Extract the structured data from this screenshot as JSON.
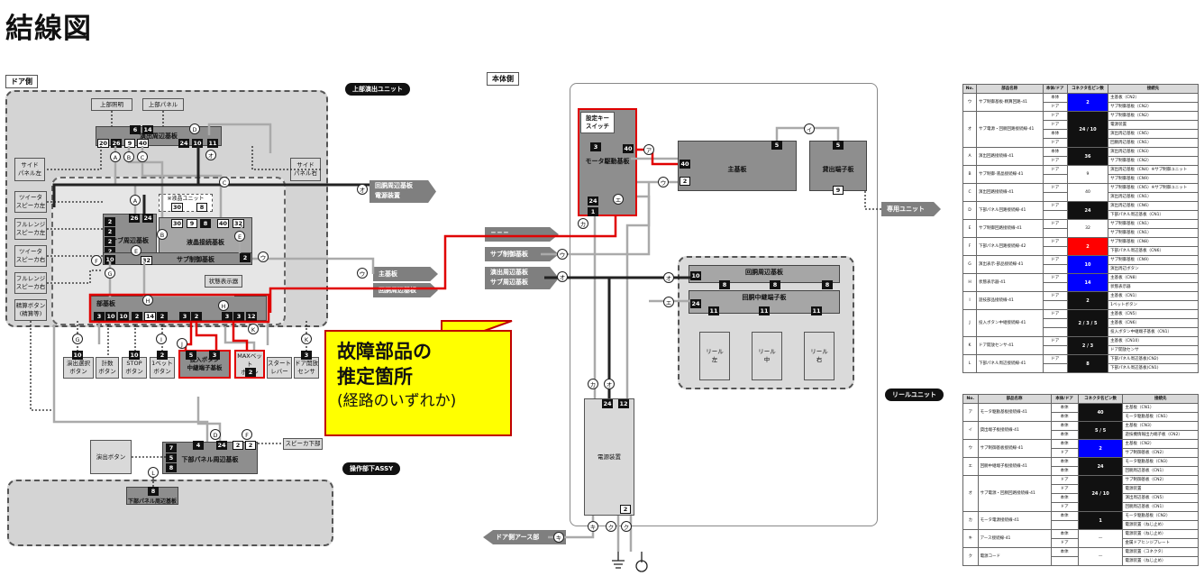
{
  "page_title": "結線図",
  "door_label": "ドア側",
  "body_label": "本体側",
  "callout": {
    "line1": "故障部品の",
    "line2": "推定箇所",
    "line3": "(経路のいずれか)"
  },
  "units": {
    "upper_effect": "上部演出ユニット",
    "operation_lower": "操作部下ASSY",
    "reel_unit": "リールユニット"
  },
  "door": {
    "upper_light": "上部照明",
    "upper_panel": "上部パネル",
    "effect_board": "演出周辺基板",
    "side_left": [
      "サイド",
      "パネル左"
    ],
    "side_right": [
      "サイド",
      "パネル右"
    ],
    "tweeter_left": [
      "ツイータ",
      "スピーカ左"
    ],
    "fullrange_left": [
      "フルレンジ",
      "スピーカ左"
    ],
    "tweeter_right": [
      "ツイータ",
      "スピーカ右"
    ],
    "fullrange_right": [
      "フルレンジ",
      "スピーカ右"
    ],
    "lcd_unit": "※液晶ユニット",
    "sub_periph": "サブ周辺基板",
    "lcd_conn": "液晶接続基板",
    "sub_ctrl": "サブ制御基板",
    "status_display": "状態表示器",
    "parts_board": "部基板",
    "sel_button": [
      "精算ボタン",
      "(精算等)"
    ],
    "effect_select": [
      "演出選択",
      "ボタン"
    ],
    "credit": [
      "計数",
      "ボタン"
    ],
    "stop_btn": [
      "STOP",
      "ボタン"
    ],
    "bet1": [
      "1ベット",
      "ボタン"
    ],
    "insert_btn": [
      "投入ボタン",
      "中継端子基板"
    ],
    "maxbet": [
      "MAXベット",
      "ボタン"
    ],
    "start_lever": [
      "スタート",
      "レバー"
    ],
    "door_sensor": [
      "ドア開放",
      "センサ"
    ],
    "effect_button": "演出ボタン",
    "lower_panel_board": "下部パネル周辺基板",
    "lower_panel_board2": "下部パネル周辺基板",
    "speaker_lower": "スピーカ下部"
  },
  "body": {
    "setting_key": [
      "設定キー",
      "スイッチ"
    ],
    "motor_board": "モータ駆動基板",
    "main_board": "主基板",
    "terminal_board": "貸出端子板",
    "dedicated_unit": "専用ユニット",
    "reel_periph": "回胴周辺基板",
    "reel_relay": "回胴中継端子板",
    "reel_left": [
      "リール",
      "左"
    ],
    "reel_mid": [
      "リール",
      "中"
    ],
    "reel_right": [
      "リール",
      "右"
    ],
    "power": "電源装置",
    "door_earth": "ドア側アース部"
  },
  "tags": {
    "reel_periph_power": [
      "回胴周辺基板",
      "電源装置"
    ],
    "main_board_tag": "主基板",
    "reel_periph_tag": "回胴周辺基板",
    "sub_ctrl_tag": "サブ制御基板",
    "effect_sub_tag": [
      "演出周辺基板",
      "サブ周辺基板"
    ],
    "blank_tag": "ニニニ"
  },
  "table1": {
    "headers": [
      "No.",
      "部品名称",
      "本体/ドア",
      "コネクタ名ピン数",
      "接続先"
    ],
    "rows": [
      {
        "no": "ウ",
        "name": "サブ制御基板-精算回路-41",
        "sides": [
          "本体",
          "ドア"
        ],
        "pin": "2",
        "pc": "blue",
        "dest": [
          "主基板（CN2）",
          "サブ制御基板（CN2）"
        ]
      },
      {
        "no": "オ",
        "name": "サブ電源・回胴回路接続線-41",
        "sides": [
          "ドア",
          "ドア",
          "本体",
          "ドア"
        ],
        "pin": "24 / 10",
        "pc": "black",
        "dest": [
          "サブ制御基板（CN2）",
          "電源装置",
          "演出周辺基板（CN5）",
          "回胴周辺基板（CN1）"
        ]
      },
      {
        "no": "A",
        "name": "演出回路接続線-41",
        "sides": [
          "本体",
          "ドア"
        ],
        "pin": "36",
        "pc": "black",
        "dest": [
          "演出周辺基板（CN3）",
          "サブ制御基板（CN2）"
        ]
      },
      {
        "no": "B",
        "name": "サブ制御-液晶接続線-41",
        "sides": [
          "ドア"
        ],
        "pin": "9",
        "pc": "none",
        "dest": [
          "演出周辺基板（CN4）※サブ制御ユニット",
          "サブ制御基板（CN9）"
        ]
      },
      {
        "no": "C",
        "name": "演出回路接続線-41",
        "sides": [
          "ドア"
        ],
        "pin": "40",
        "pc": "none",
        "dest": [
          "サブ制御基板（CN5）※サブ制御ユニット",
          "演出周辺基板（CN1）"
        ]
      },
      {
        "no": "D",
        "name": "下部パネル回路接続線-41",
        "sides": [
          "ドア"
        ],
        "pin": "24",
        "pc": "black",
        "dest": [
          "演出周辺基板（CN6）",
          "下部パネル周辺基板（CN1）"
        ]
      },
      {
        "no": "E",
        "name": "サブ制御回路接続線-41",
        "sides": [
          "ドア"
        ],
        "pin": "32",
        "pc": "none",
        "dest": [
          "サブ制御基板（CN1）",
          "サブ制御基板（CN1）"
        ]
      },
      {
        "no": "F",
        "name": "下部パネル回路接続線-42",
        "sides": [
          "ドア"
        ],
        "pin": "2",
        "pc": "red",
        "dest": [
          "サブ制御基板（CN8）",
          "下部パネル周辺基板（CN6）"
        ]
      },
      {
        "no": "G",
        "name": "演出表示-部品接続線-41",
        "sides": [
          "ドア"
        ],
        "pin": "10",
        "pc": "blue",
        "dest": [
          "サブ制御基板（CN9）",
          "演出周辺ボタン"
        ]
      },
      {
        "no": "H",
        "name": "状態表示器-41",
        "sides": [
          "ドア"
        ],
        "pin": "14",
        "pc": "blue",
        "dest": [
          "主基板（CN8）",
          "状態表示器"
        ]
      },
      {
        "no": "I",
        "name": "遊技部品接続線-41",
        "sides": [
          "ドア"
        ],
        "pin": "2",
        "pc": "black",
        "dest": [
          "主基板（CN1）",
          "1ベットボタン"
        ]
      },
      {
        "no": "J",
        "name": "投入ボタン中継接続線-41",
        "sides": [
          "ドア"
        ],
        "pin": "2 / 3 / 5",
        "pc": "black",
        "dest": [
          "主基板（CN5）",
          "主基板（CN6）",
          "投入ボタン中継端子基板（CN1）"
        ]
      },
      {
        "no": "K",
        "name": "ドア開放センサ-41",
        "sides": [
          "ドア"
        ],
        "pin": "2 / 3",
        "pc": "black",
        "dest": [
          "主基板（CN10）",
          "ドア開放センサ"
        ]
      },
      {
        "no": "L",
        "name": "下部パネル周辺接続線-41",
        "sides": [
          "ドア"
        ],
        "pin": "8",
        "pc": "black",
        "dest": [
          "下部パネル周辺基板(CN2)",
          "下部パネル周辺基板(CN1)"
        ]
      }
    ]
  },
  "table2": {
    "headers": [
      "No.",
      "部品名称",
      "本体/ドア",
      "コネクタ名ピン数",
      "接続先"
    ],
    "rows": [
      {
        "no": "ア",
        "name": "モータ駆動基板接続線-41",
        "sides": [
          "本体",
          "本体"
        ],
        "pin": "40",
        "pc": "black",
        "dest": [
          "主基板（CN1）",
          "モータ駆動基板（CN1）"
        ]
      },
      {
        "no": "イ",
        "name": "貸出端子板接続線-41",
        "sides": [
          "本体",
          "本体"
        ],
        "pin": "5 / 5",
        "pc": "black",
        "dest": [
          "主基板（CN3）",
          "遊技機情報出力端子板（CN2）"
        ]
      },
      {
        "no": "ウ",
        "name": "サブ制御基板接続線-41",
        "sides": [
          "本体",
          "ドア"
        ],
        "pin": "2",
        "pc": "blue",
        "dest": [
          "主基板（CN2）",
          "サブ制御基板（CN2）"
        ]
      },
      {
        "no": "エ",
        "name": "回胴中継端子板接続線-41",
        "sides": [
          "本体",
          "本体"
        ],
        "pin": "24",
        "pc": "black",
        "dest": [
          "モータ駆動基板（CN3）",
          "回胴周辺基板（CN1）"
        ]
      },
      {
        "no": "オ",
        "name": "サブ電源・回胴回路接続線-41",
        "sides": [
          "ドア",
          "ドア",
          "本体",
          "ドア"
        ],
        "pin": "24 / 10",
        "pc": "black",
        "dest": [
          "サブ制御基板（CN2）",
          "電源装置",
          "演出周辺基板（CN5）",
          "回胴周辺基板（CN1）"
        ]
      },
      {
        "no": "カ",
        "name": "モータ電源接続線-41",
        "sides": [
          "本体"
        ],
        "pin": "1",
        "pc": "black",
        "dest": [
          "モータ駆動基板（CN2）",
          "電源装置（ねじ止め）"
        ]
      },
      {
        "no": "キ",
        "name": "アース接続線-41",
        "sides": [
          "本体",
          "ドア"
        ],
        "pin": "—",
        "pc": "none",
        "dest": [
          "電源装置（ねじ止め）",
          "金属ドアヒンジプレート"
        ]
      },
      {
        "no": "ク",
        "name": "電源コード",
        "sides": [
          "本体"
        ],
        "pin": "—",
        "pc": "none",
        "dest": [
          "電源装置（コネクタ）",
          "電源装置（ねじ止め）"
        ]
      }
    ]
  },
  "colors": {
    "highlight": "#e00000",
    "board_fill": "#8e8e8e",
    "area_fill": "#d4d4d4",
    "callout_fill": "#ffff00"
  }
}
